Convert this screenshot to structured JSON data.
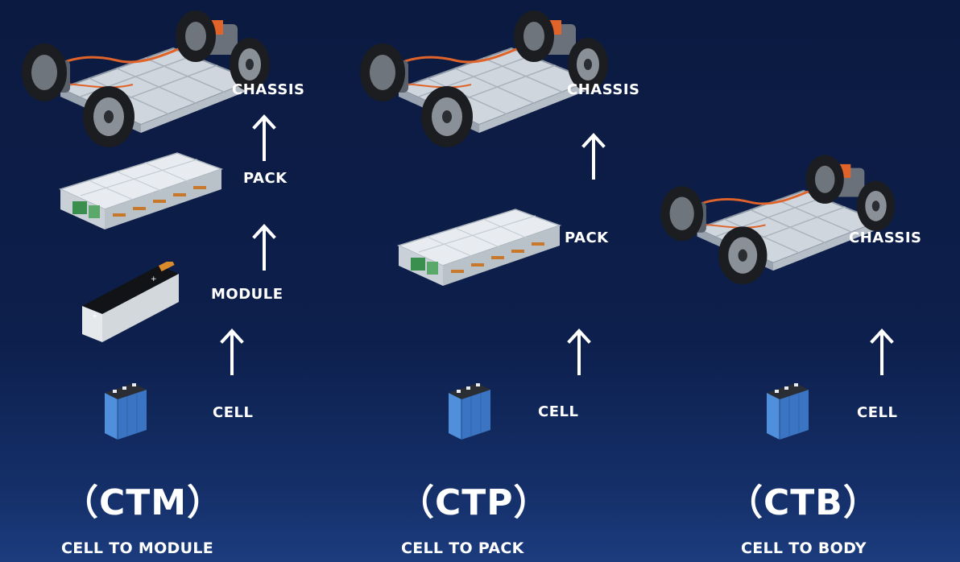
{
  "columns": [
    {
      "stages": [
        "CHASSIS",
        "PACK",
        "MODULE",
        "CELL"
      ],
      "title": "（CTM）",
      "subtitle": "CELL TO MODULE"
    },
    {
      "stages": [
        "CHASSIS",
        "PACK",
        "CELL"
      ],
      "title": "（CTP）",
      "subtitle": "CELL TO PACK"
    },
    {
      "stages": [
        "CHASSIS",
        "CELL"
      ],
      "title": "（CTB）",
      "subtitle": "CELL TO BODY"
    }
  ],
  "colors": {
    "background": "#0b1a40",
    "text": "#ffffff",
    "cell_blue": "#3d7fd0",
    "pack_silver": "#d7dde3",
    "copper": "#c8782a"
  },
  "icons": [
    "chassis-illustration",
    "battery-pack-illustration",
    "battery-module-illustration",
    "battery-cell-illustration",
    "up-arrow-icon"
  ]
}
